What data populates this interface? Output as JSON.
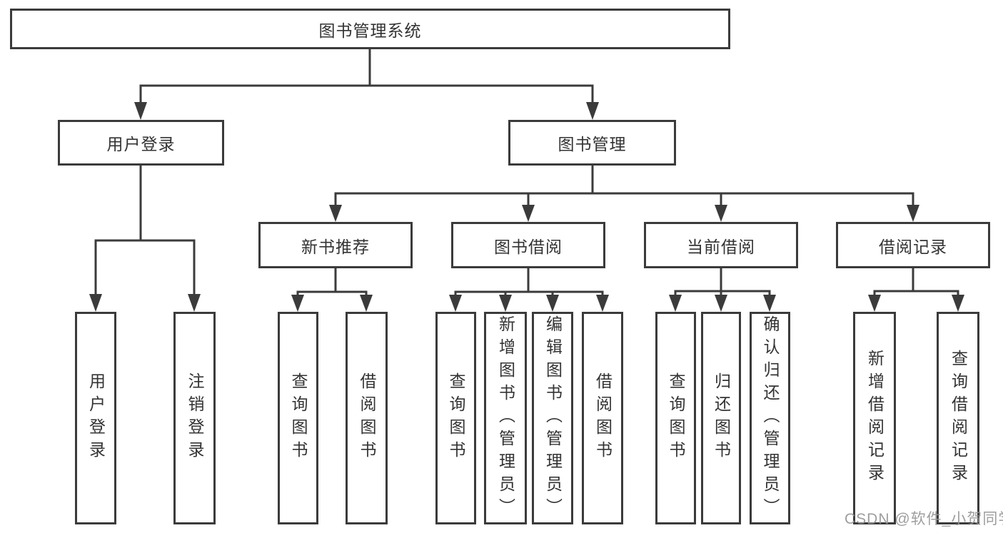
{
  "diagram": {
    "title": "图书管理系统",
    "root": {
      "label": "图书管理系统"
    },
    "level2": [
      {
        "label": "用户登录"
      },
      {
        "label": "图书管理"
      }
    ],
    "level3": [
      {
        "label": "新书推荐"
      },
      {
        "label": "图书借阅"
      },
      {
        "label": "当前借阅"
      },
      {
        "label": "借阅记录"
      }
    ],
    "leaves": {
      "user_login": [
        "用户登录",
        "注销登录"
      ],
      "new_book": [
        "查询图书",
        "借阅图书"
      ],
      "book_borrow": [
        "查询图书",
        "新增图书（管理员）",
        "编辑图书（管理员）",
        "借阅图书"
      ],
      "current_borrow": [
        "查询图书",
        "归还图书",
        "确认归还（管理员）"
      ],
      "borrow_record": [
        "新增借阅记录",
        "查询借阅记录"
      ]
    }
  },
  "watermark": "CSDN @软件_小贺同学",
  "colors": {
    "line": "#3b3b3b",
    "text": "#333333",
    "background": "#ffffff",
    "watermark": "#969696"
  }
}
